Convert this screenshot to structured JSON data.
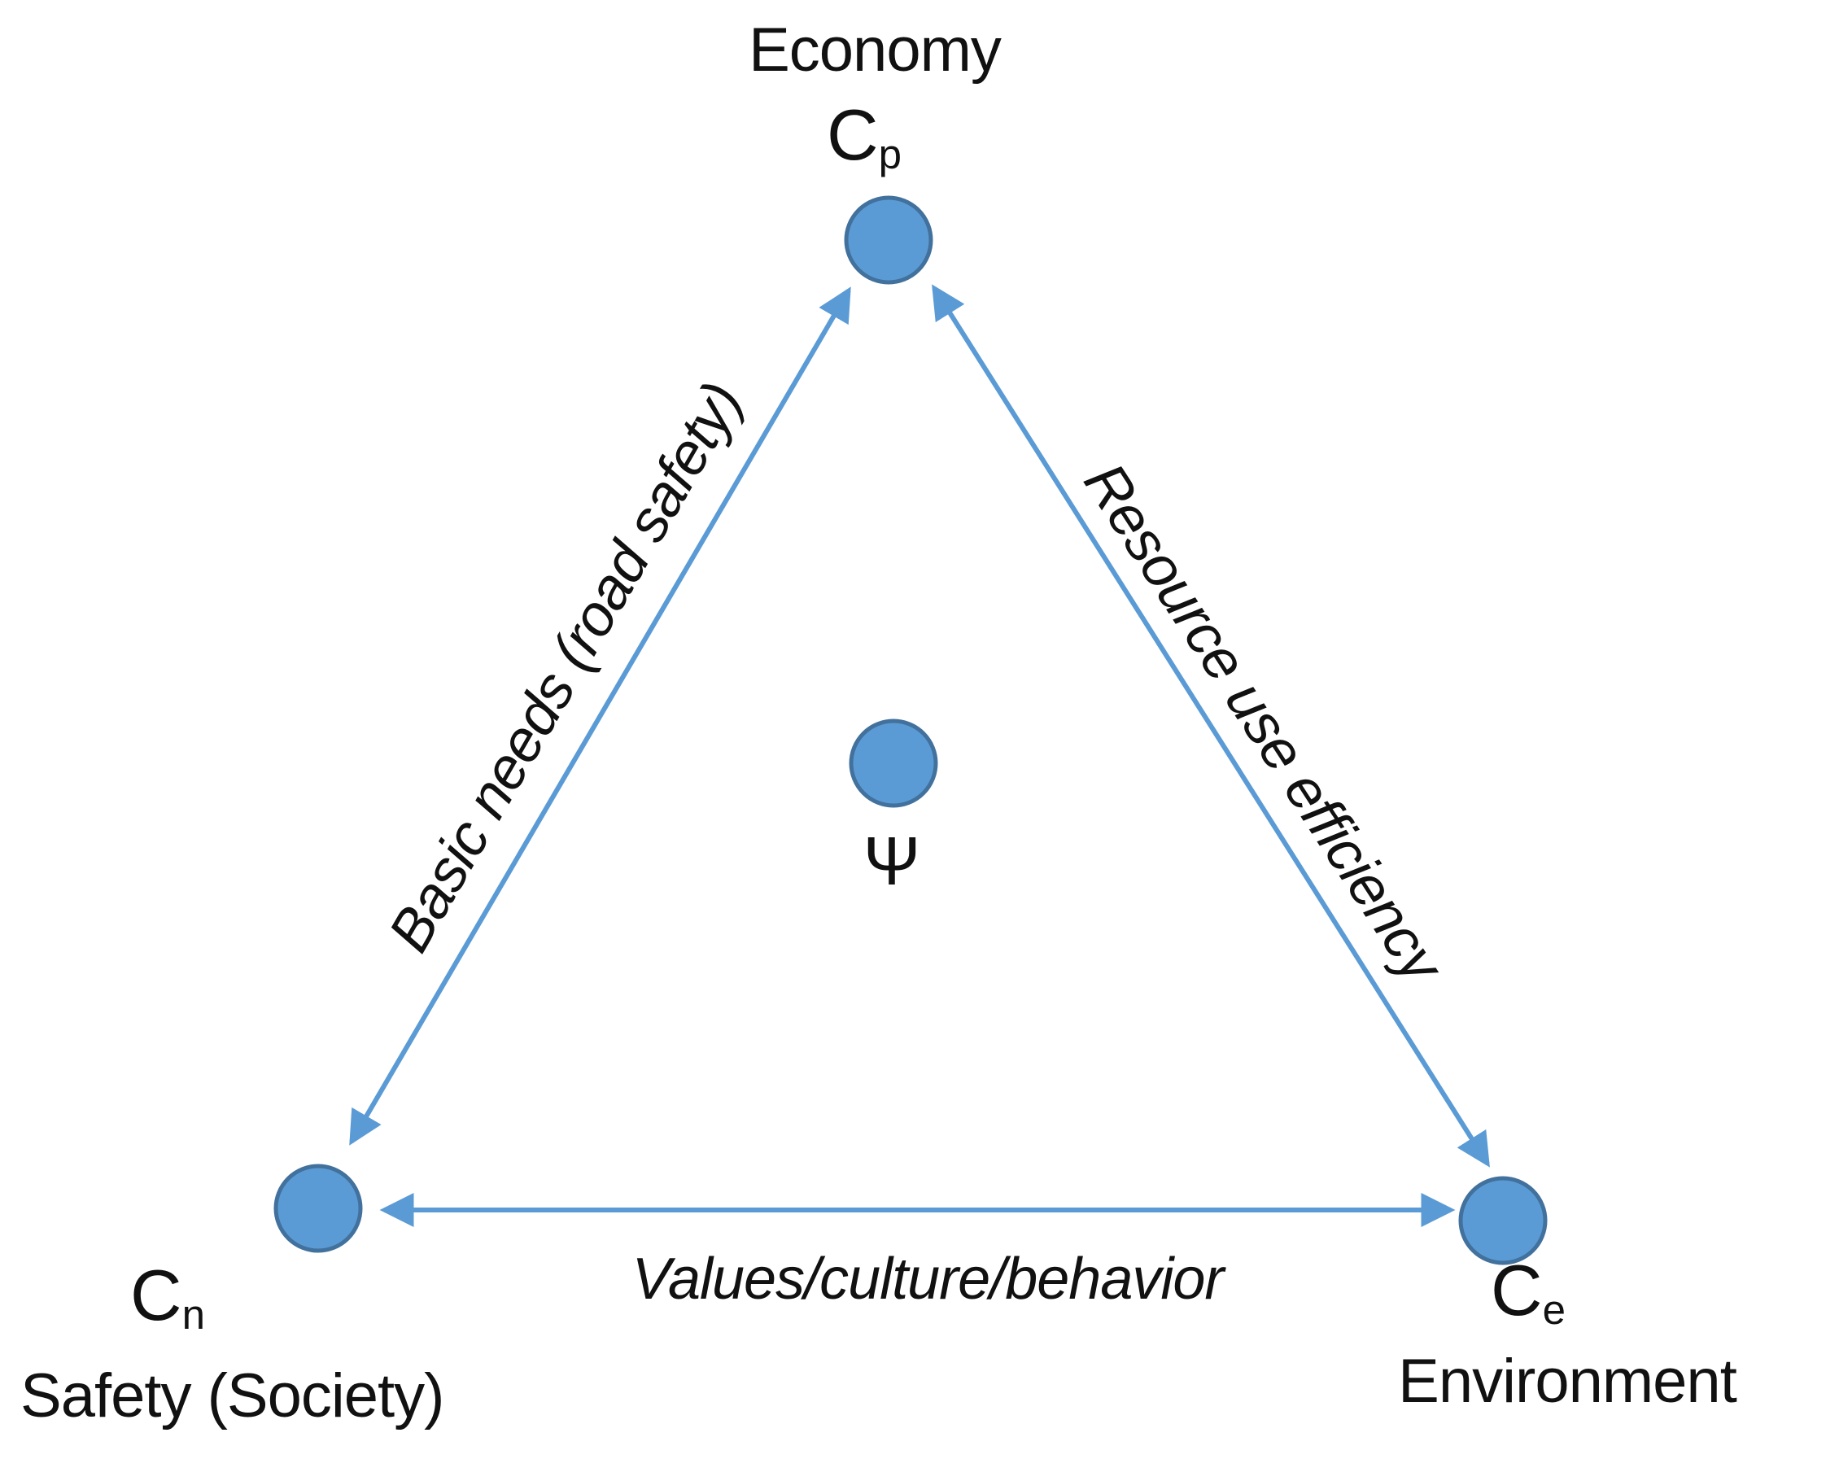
{
  "diagram": {
    "nodes": {
      "economy": {
        "title": "Economy",
        "symbol": "C",
        "subscript": "p"
      },
      "safety": {
        "title": "Safety (Society)",
        "symbol": "C",
        "subscript": "n"
      },
      "environment": {
        "title": "Environment",
        "symbol": "C",
        "subscript": "e"
      },
      "center": {
        "symbol": "Ψ"
      }
    },
    "edges": {
      "left": {
        "label": "Basic needs (road safety)"
      },
      "right": {
        "label": "Resource use efficiency"
      },
      "bottom": {
        "label": "Values/culture/behavior"
      }
    }
  },
  "colors": {
    "node_fill": "#5b9bd5",
    "node_stroke": "#41719c",
    "arrow": "#5b9bd5",
    "text": "#111111",
    "background": "#ffffff"
  }
}
